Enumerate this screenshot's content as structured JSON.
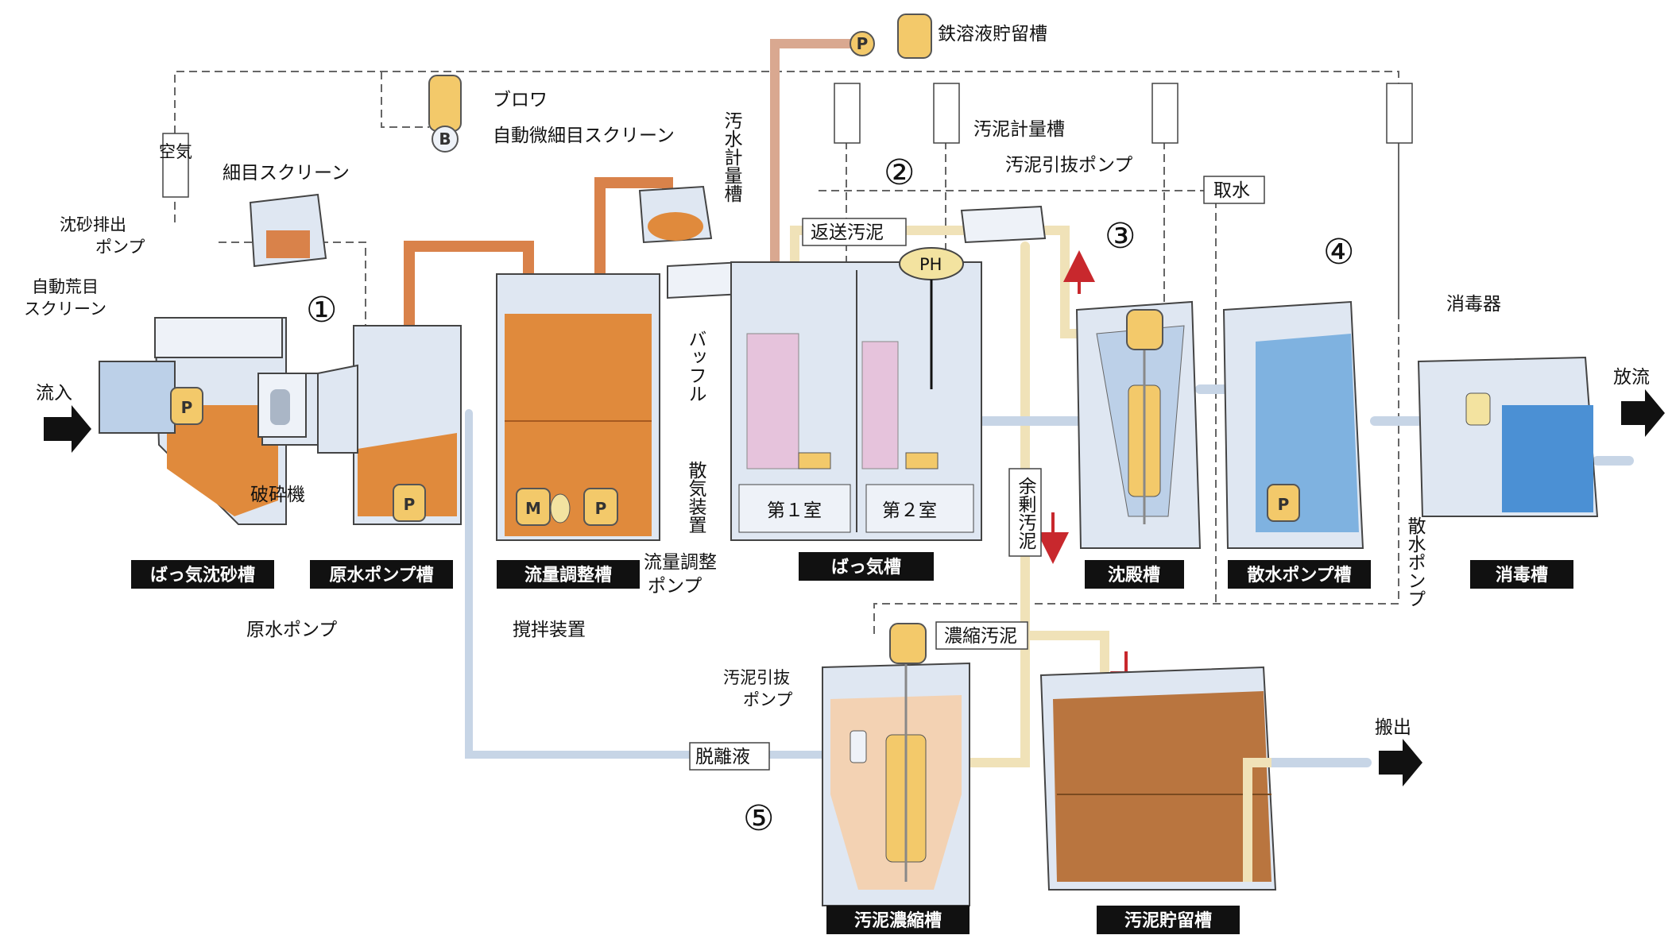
{
  "labels": {
    "inflow": "流入",
    "discharge": "放流",
    "export": "搬出",
    "blower": "ブロワ",
    "iron_tank": "鉄溶液貯留槽",
    "fine_screen": "細目スクリーン",
    "auto_micro_screen": "自動微細目スクリーン",
    "grit_pump_line1": "沈砂排出",
    "grit_pump_line2": "ポンプ",
    "auto_coarse_line1": "自動荒目",
    "auto_coarse_line2": "スクリーン",
    "crusher": "破砕機",
    "raw_pump": "原水ポンプ",
    "mixer": "撹拌装置",
    "flow_pump_line1": "流量調整",
    "flow_pump_line2": "ポンプ",
    "metering_tank_vertical": "汚水計量槽",
    "baffle_vertical": "バッフル",
    "diffuser_vertical": "散気装置",
    "return_sludge": "返送汚泥",
    "sludge_meter": "汚泥計量槽",
    "sludge_pump": "汚泥引抜ポンプ",
    "intake_water": "取水",
    "ph": "PH",
    "room1": "第１室",
    "room2": "第２室",
    "excess_sludge_vertical": "余剰汚泥",
    "disinfector": "消毒器",
    "spray_pump_vertical": "散水ポンプ",
    "conc_sludge": "濃縮汚泥",
    "sludge_pump2_line1": "汚泥引抜",
    "sludge_pump2_line2": "ポンプ",
    "separated_liquid": "脱離液",
    "air": "空気",
    "pump_letter": "P",
    "blower_letter": "B",
    "motor_letter": "M"
  },
  "stages": [
    "①",
    "②",
    "③",
    "④",
    "⑤"
  ],
  "tanks": {
    "aeration_grit": "ばっ気沈砂槽",
    "raw_pump_tank": "原水ポンプ槽",
    "flow_adjust": "流量調整槽",
    "aeration": "ばっ気槽",
    "settling": "沈殿槽",
    "spray_pump_tank": "散水ポンプ槽",
    "disinfection": "消毒槽",
    "sludge_thickening": "汚泥濃縮槽",
    "sludge_storage": "汚泥貯留槽"
  },
  "colors": {
    "sewage": "#e08a3c",
    "sludge": "#b9753f",
    "clear_water": "#7fb2e0",
    "tank_wall": "#dfe7f2",
    "pipe": "#f0e2b8",
    "pump": "#f3c96a",
    "arrow": "#111111",
    "red_arrow": "#c8282d"
  }
}
